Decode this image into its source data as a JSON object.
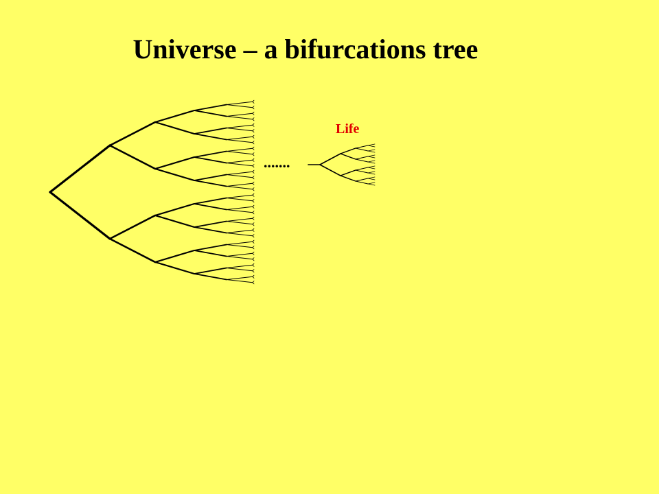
{
  "slide": {
    "title": "Universe – a bifurcations tree",
    "background_color": "#ffff66"
  },
  "diagram": {
    "continuation_text": ".......",
    "life_label": "Life",
    "life_color": "#e00000",
    "line_color": "#000000",
    "universe_tree_levels": 6,
    "life_tree_levels": 4
  }
}
